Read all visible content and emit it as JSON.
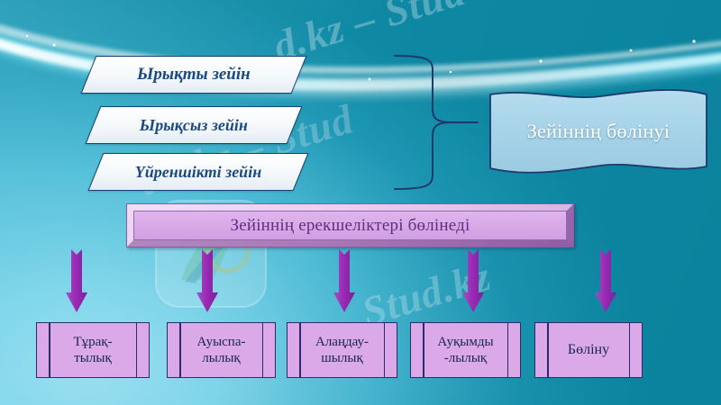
{
  "background": {
    "base_color": "#0e8fa8",
    "light_color": "#a3e3f2",
    "swoosh": "white-light-arc"
  },
  "watermarks": [
    {
      "text": "d.kz – Stud",
      "name": "watermark-top"
    },
    {
      "text": "ud.kz – Stud",
      "name": "watermark-middle"
    },
    {
      "text": "Stud.kz",
      "name": "watermark-bottom"
    }
  ],
  "attention_types": {
    "items": [
      {
        "label": "Ырықты зейін",
        "name": "voluntary-attention"
      },
      {
        "label": "Ырықсыз зейін",
        "name": "involuntary-attention"
      },
      {
        "label": "Үйреншікті зейін",
        "name": "habitual-attention"
      }
    ]
  },
  "banner": {
    "label": "Зейіннің бөлінуі",
    "text_color": "#ffffff",
    "fill_color": "#a8d4e8"
  },
  "title_bar": {
    "label": "Зейіннің ерекшеліктері бөлінеді",
    "text_color": "#5d2f80",
    "fill_color": "#d6a8e6"
  },
  "properties": {
    "arrow_color": "#9b30b5",
    "items": [
      {
        "label": "Тұрақ-\nтылық",
        "name": "stability"
      },
      {
        "label": "Ауыспа-\nлылық",
        "name": "switchability"
      },
      {
        "label": "Алаңдау-\nшылық",
        "name": "distractibility"
      },
      {
        "label": "Ауқымды\n-лылық",
        "name": "scope"
      },
      {
        "label": "Бөліну",
        "name": "division"
      }
    ]
  }
}
